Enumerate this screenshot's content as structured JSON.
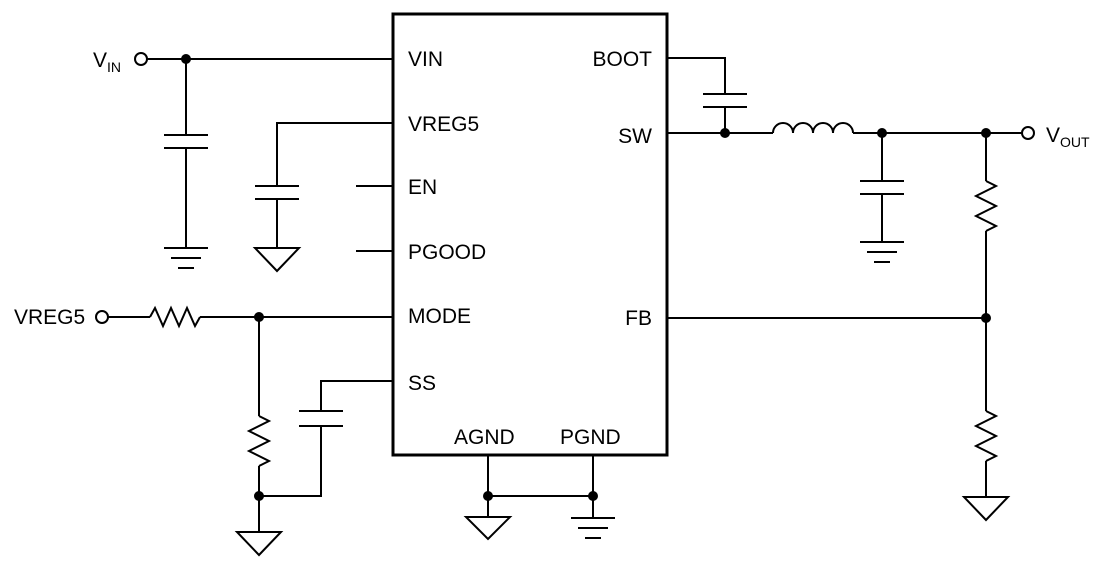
{
  "ic": {
    "left_pins": [
      "VIN",
      "VREG5",
      "EN",
      "PGOOD",
      "MODE",
      "SS"
    ],
    "right_pins": [
      "BOOT",
      "SW",
      "FB"
    ],
    "bottom_pins": [
      "AGND",
      "PGND"
    ]
  },
  "terminals": {
    "vin": {
      "main": "V",
      "sub": "IN"
    },
    "vout": {
      "main": "V",
      "sub": "OUT"
    },
    "vreg5_input": "VREG5"
  }
}
